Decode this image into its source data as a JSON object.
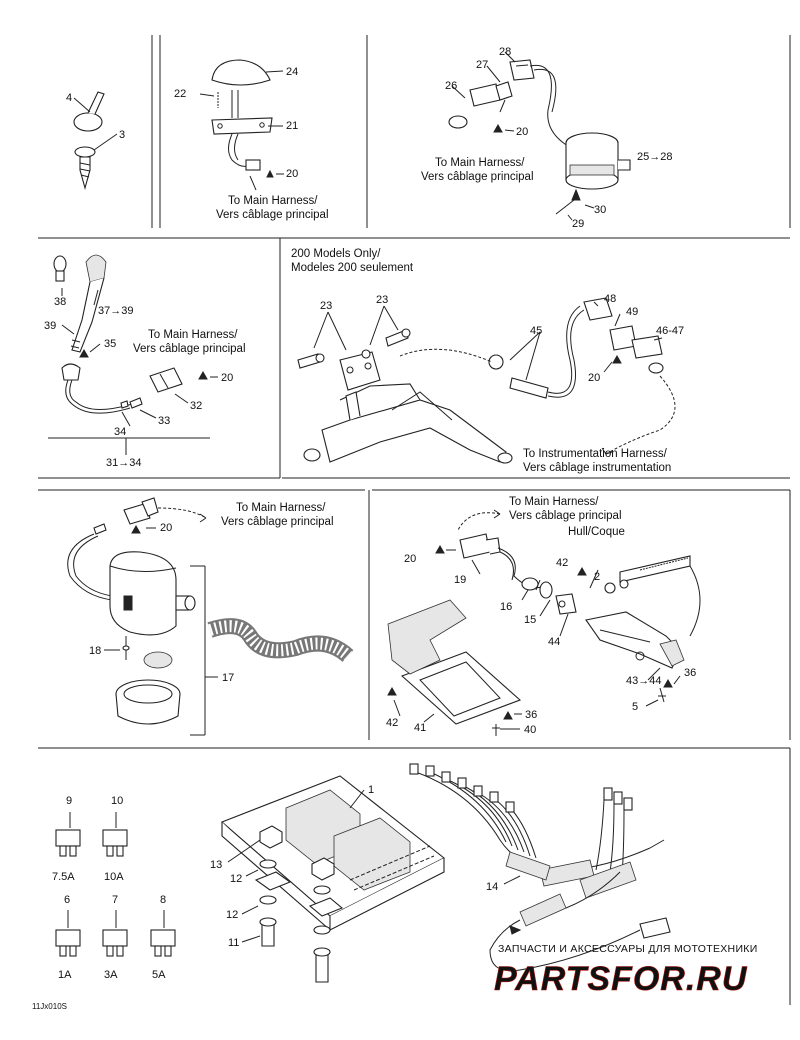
{
  "doc_code": "11Jx010S",
  "labels": {
    "to_main_harness": "To Main Harness/",
    "vers_cablage": "Vers câblage principal",
    "models_200_only": "200 Models Only/",
    "modeles_200": "Modeles 200 seulement",
    "to_instr_harness": "To Instrumentation Harness/",
    "vers_instr": "Vers câblage instrumentation",
    "hull_coque": "Hull/Coque"
  },
  "callouts": {
    "p1": [
      "4",
      "3"
    ],
    "p2": [
      "22",
      "24",
      "21",
      "20"
    ],
    "p3": [
      "28",
      "27",
      "26",
      "20",
      "25→28",
      "30",
      "29"
    ],
    "p4": [
      "38",
      "37→39",
      "39",
      "35",
      "20",
      "32",
      "33",
      "34",
      "31→34"
    ],
    "p5": [
      "23",
      "23",
      "45",
      "48",
      "49",
      "46-47",
      "20"
    ],
    "p6": [
      "20",
      "18",
      "17"
    ],
    "p7": [
      "20",
      "42",
      "2",
      "19",
      "16",
      "15",
      "44",
      "36",
      "43→44",
      "5",
      "42",
      "41",
      "36",
      "40"
    ],
    "p8": [
      "9",
      "10",
      "6",
      "7",
      "8",
      "1",
      "13",
      "12",
      "12",
      "11",
      "14"
    ]
  },
  "fuses": [
    {
      "num": "9",
      "rating": "7.5A"
    },
    {
      "num": "10",
      "rating": "10A"
    },
    {
      "num": "6",
      "rating": "1A"
    },
    {
      "num": "7",
      "rating": "3A"
    },
    {
      "num": "8",
      "rating": "5A"
    }
  ],
  "watermark": {
    "top": "ЗАПЧАСТИ И АКСЕССУАРЫ ДЛЯ МОТОТЕХНИКИ",
    "big": "PARTSFOR.RU",
    "accent": "#d9261c"
  }
}
